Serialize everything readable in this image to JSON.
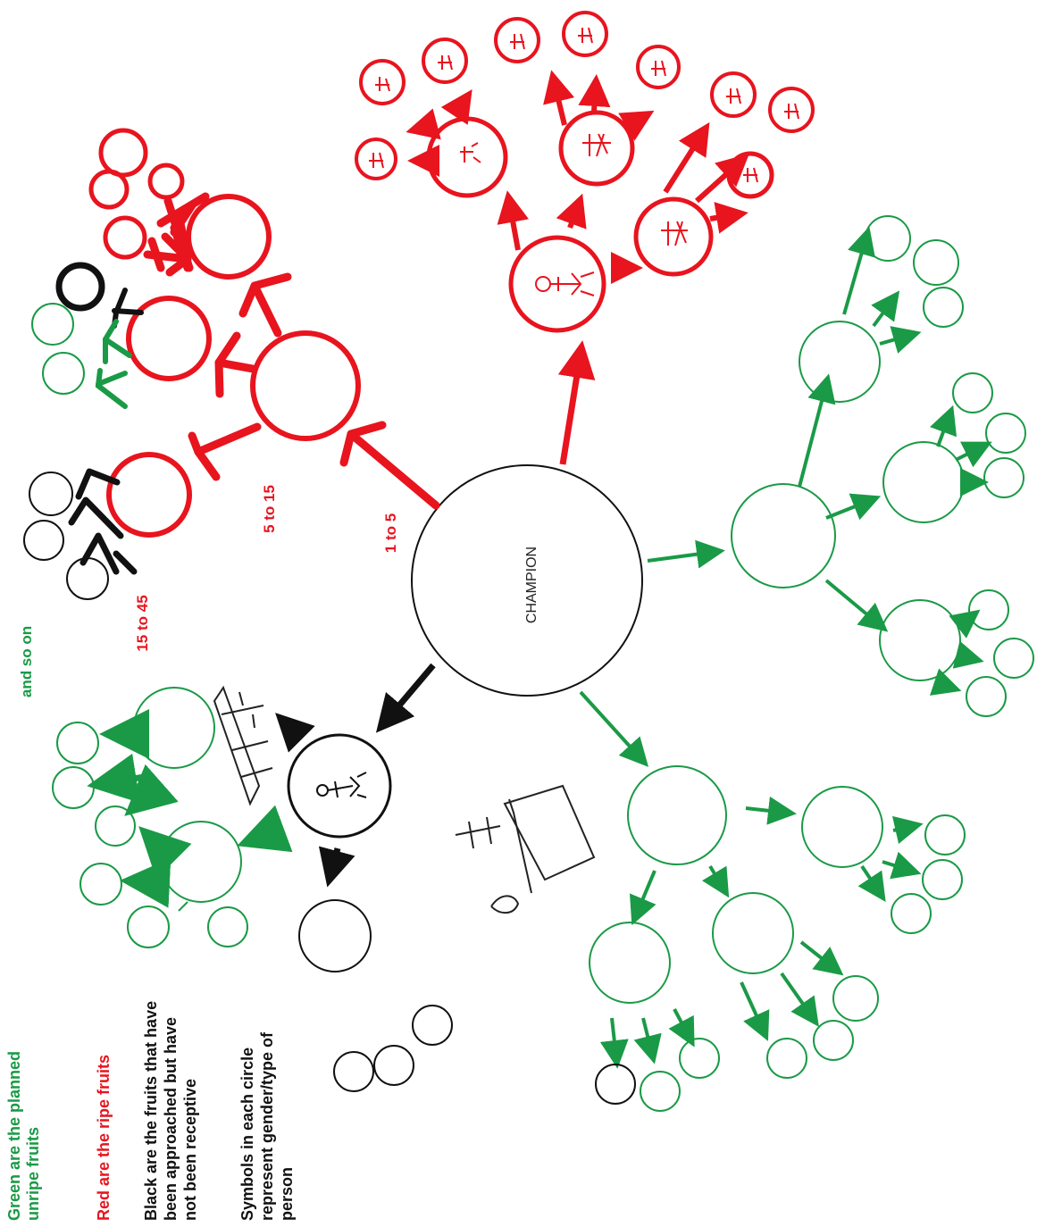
{
  "colors": {
    "green": "#1a9a46",
    "red": "#e8141e",
    "black": "#111111"
  },
  "center_label": "CHAMPION",
  "range_labels": {
    "r1": "1 to 5",
    "r2": "5 to 15",
    "r3": "15 to 45",
    "r4": "and so on"
  },
  "legend": {
    "green": [
      "Green are the planned",
      "unripe fruits"
    ],
    "red": [
      "Red are the ripe fruits"
    ],
    "black": [
      "Black are the fruits that have",
      "been approached but have",
      "not been receptive"
    ],
    "symbols": [
      "Symbols in each circle",
      "represent gender/type of",
      "person"
    ]
  }
}
